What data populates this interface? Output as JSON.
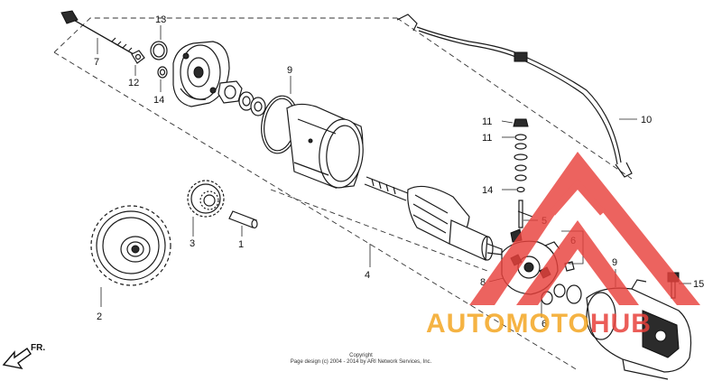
{
  "diagram": {
    "callouts": {
      "c1": "1",
      "c2": "2",
      "c3": "3",
      "c4": "4",
      "c5": "5",
      "c6a": "6",
      "c6b": "6",
      "c7": "7",
      "c8": "8",
      "c9a": "9",
      "c9b": "9",
      "c10": "10",
      "c11a": "11",
      "c11b": "11",
      "c12": "12",
      "c13": "13",
      "c14a": "14",
      "c14b": "14",
      "c15": "15"
    },
    "front_arrow_label": "FR.",
    "copyright_line1": "Copyright",
    "copyright_line2": "Page design (c) 2004 - 2014 by ARI Network Services, Inc."
  },
  "watermark": {
    "text_part1": "AUTO",
    "text_part2": "MOTO",
    "text_part3": "HUB",
    "color_red": "#e8413c",
    "color_orange": "#f4a623"
  }
}
